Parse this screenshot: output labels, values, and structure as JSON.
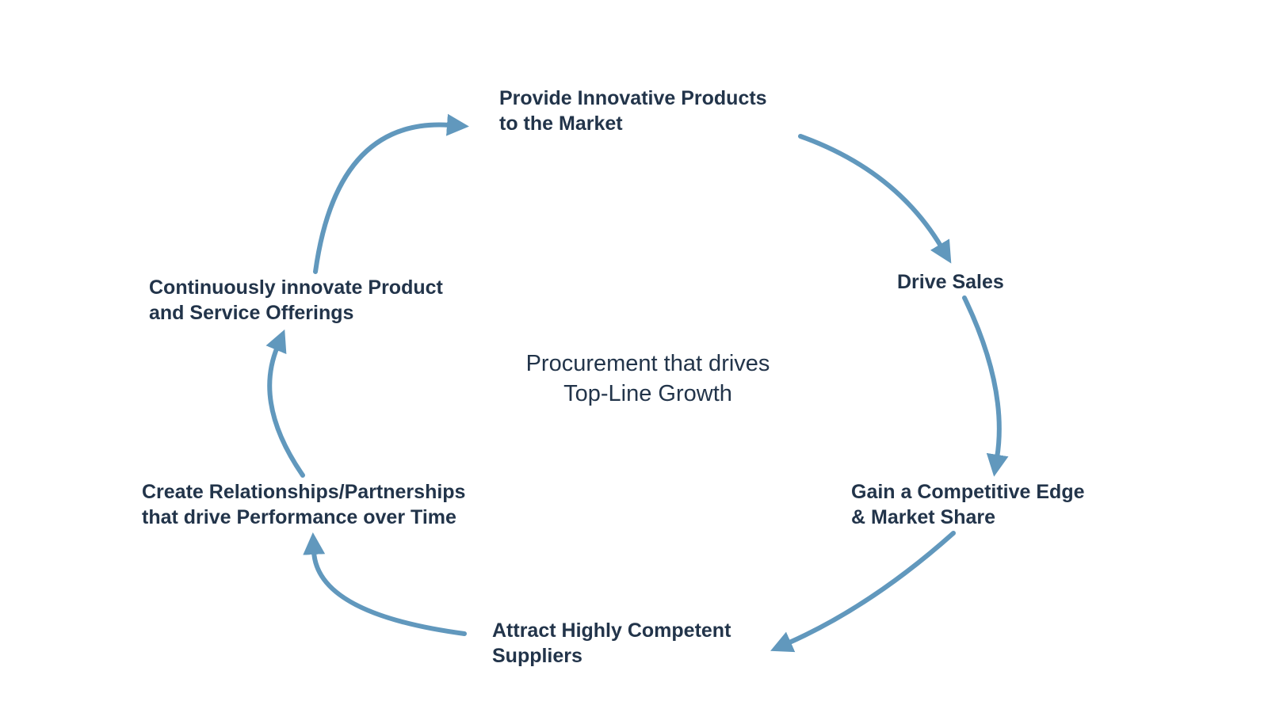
{
  "title": [
    "Procurement that drives",
    "Top-Line Growth"
  ],
  "nodes": [
    {
      "lines": [
        "Provide Innovative Products",
        "to the Market"
      ]
    },
    {
      "lines": [
        "Drive Sales"
      ]
    },
    {
      "lines": [
        "Gain a Competitive Edge",
        "& Market Share"
      ]
    },
    {
      "lines": [
        "Attract Highly Competent",
        "Suppliers"
      ]
    },
    {
      "lines": [
        "Create Relationships/Partnerships",
        "that drive Performance over Time"
      ]
    },
    {
      "lines": [
        "Continuously innovate Product",
        "and Service Offerings"
      ]
    }
  ],
  "colors": {
    "arrow": "#6198bd",
    "text": "#22344a"
  }
}
